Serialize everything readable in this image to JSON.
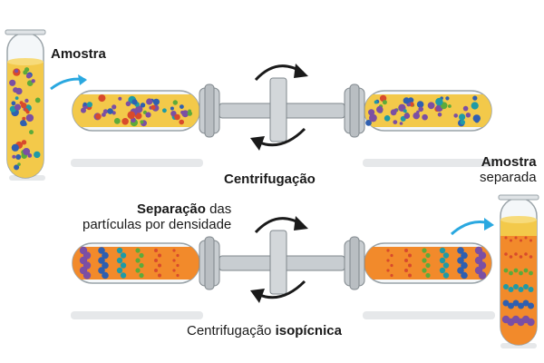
{
  "labels": {
    "amostra": "Amostra",
    "centrifugacao": "Centrifugação",
    "separacao_bold": "Separação",
    "separacao_rest": " das",
    "separacao_line2": "partículas por densidade",
    "centrifugacao2": "Centrifugação ",
    "isopicnica": "isopícnica",
    "amostra_separada_1": "Amostra",
    "amostra_separada_2": "separada"
  },
  "colors": {
    "background": "#ffffff",
    "sample_fluid": "#f3c94a",
    "gradient_fluid": "#f28a2b",
    "glass": "#f4f7f9",
    "glass_stroke": "#9aa3a8",
    "rotor_gray": "#b9bec2",
    "arrow_blue": "#2aa8e0",
    "particle_purple": "#7b4fa3",
    "particle_blue": "#2f5fb0",
    "particle_green": "#5daa3a",
    "particle_teal": "#1f9aa6",
    "particle_red": "#d84a2c",
    "shadow": "#e6e8ea"
  },
  "icons": [
    "rotation-arrow-icon",
    "pointer-arrow-icon"
  ]
}
